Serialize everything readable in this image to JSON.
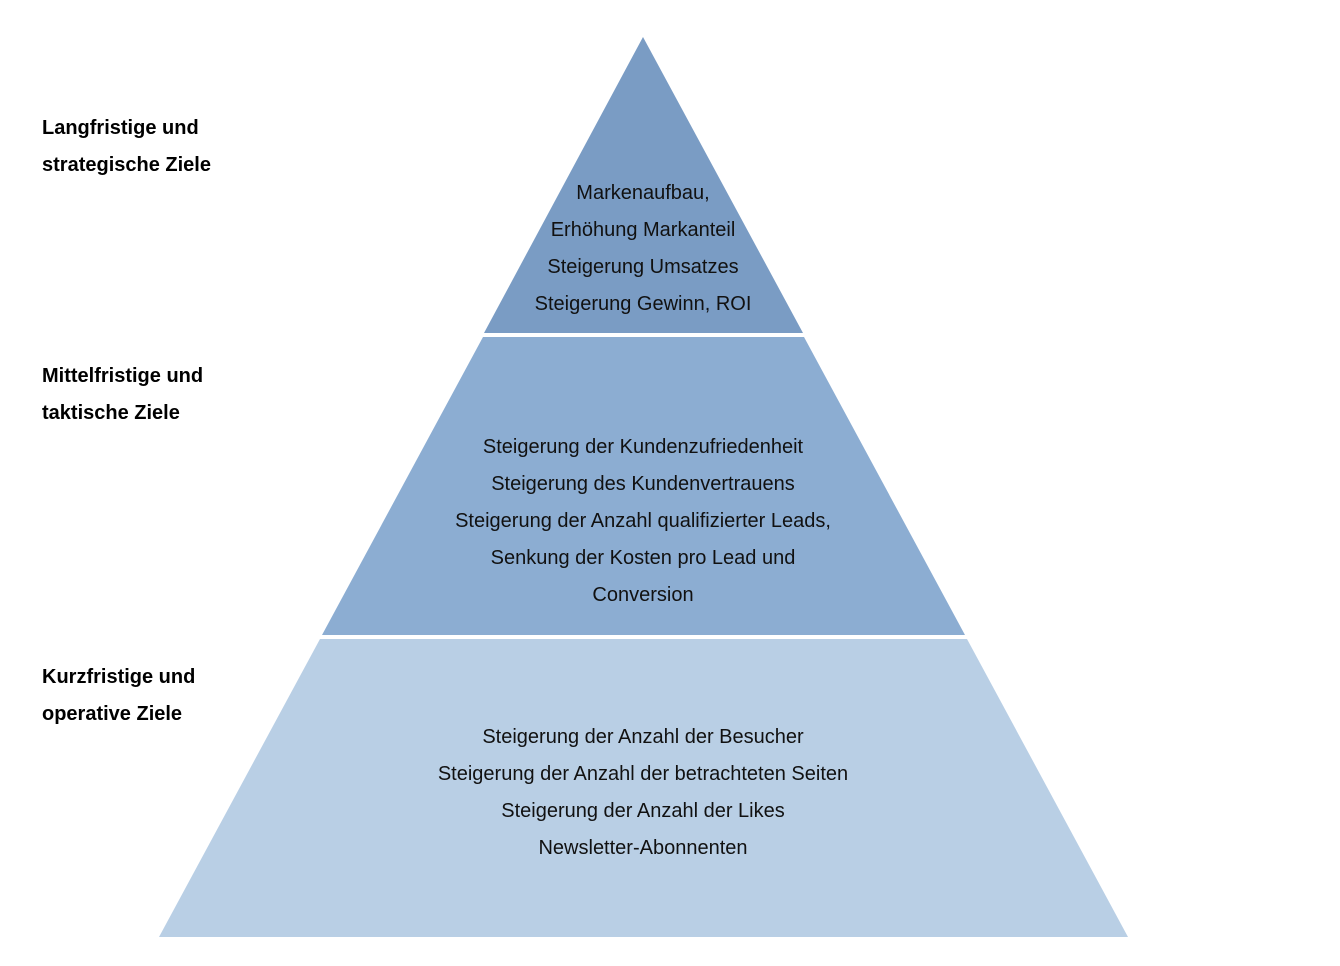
{
  "colors": {
    "tier_top": "#7a9cc4",
    "tier_middle": "#8cadd2",
    "tier_bottom": "#b9cfe5",
    "separator": "#ffffff"
  },
  "labels": [
    {
      "lines": [
        "Langfristige und",
        "strategische Ziele"
      ]
    },
    {
      "lines": [
        "Mittelfristige und",
        "taktische Ziele"
      ]
    },
    {
      "lines": [
        "Kurzfristige und",
        "operative Ziele"
      ]
    }
  ],
  "tiers": [
    {
      "lines": [
        "Markenaufbau,",
        "Erhöhung Markanteil",
        "Steigerung Umsatzes",
        "Steigerung Gewinn, ROI"
      ]
    },
    {
      "lines": [
        "Steigerung der Kundenzufriedenheit",
        "Steigerung des Kundenvertrauens",
        "Steigerung der Anzahl qualifizierter Leads,",
        "Senkung der Kosten pro Lead und",
        "Conversion"
      ]
    },
    {
      "lines": [
        "Steigerung der Anzahl der Besucher",
        "Steigerung der Anzahl der betrachteten Seiten",
        "Steigerung der Anzahl der Likes",
        "Newsletter-Abonnenten"
      ]
    }
  ]
}
